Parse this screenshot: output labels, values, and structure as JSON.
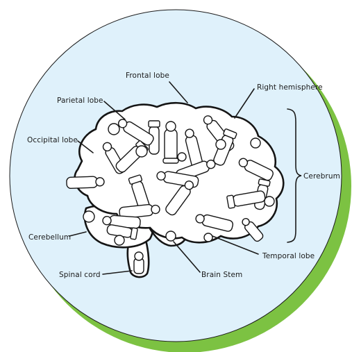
{
  "colors": {
    "circle_fill": "#dff1fb",
    "circle_stroke": "#1a1a1a",
    "crescent": "#7cc242",
    "ink": "#1a1a1a"
  },
  "labels": {
    "frontal_lobe": "Frontal lobe",
    "right_hemisphere": "Right hemisphere",
    "parietal_lobe": "Parietal lobe",
    "occipital_lobe": "Occipital lobe",
    "cerebrum": "Cerebrum",
    "cerebellum": "Cerebellum",
    "temporal_lobe": "Temporal lobe",
    "spinal_cord": "Spinal cord",
    "brain_stem": "Brain Stem"
  },
  "illustration": {
    "subject": "brain-made-of-chess-pieces-icon"
  }
}
